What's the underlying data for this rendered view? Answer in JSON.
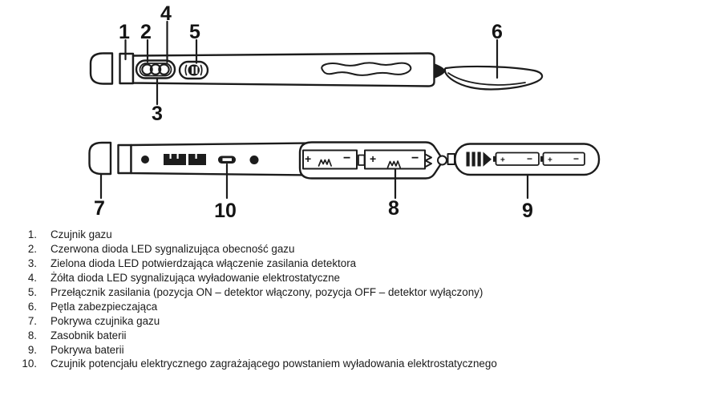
{
  "diagram": {
    "callouts": [
      "1",
      "2",
      "3",
      "4",
      "5",
      "6",
      "7",
      "8",
      "9",
      "10"
    ],
    "sym_plus": "+",
    "sym_minus": "−"
  },
  "parts_list": {
    "items": [
      {
        "num": "1.",
        "label": "Czujnik gazu"
      },
      {
        "num": "2.",
        "label": "Czerwona dioda LED sygnalizująca obecność gazu"
      },
      {
        "num": "3.",
        "label": "Zielona dioda LED potwierdzająca włączenie zasilania detektora"
      },
      {
        "num": "4.",
        "label": "Żółta dioda LED sygnalizująca wyładowanie elektrostatyczne"
      },
      {
        "num": "5.",
        "label": "Przełącznik zasilania (pozycja ON – detektor włączony, pozycja OFF – detektor wyłączony)"
      },
      {
        "num": "6.",
        "label": "Pętla zabezpieczająca"
      },
      {
        "num": "7.",
        "label": "Pokrywa czujnika gazu"
      },
      {
        "num": "8.",
        "label": "Zasobnik baterii"
      },
      {
        "num": "9.",
        "label": "Pokrywa baterii"
      },
      {
        "num": "10.",
        "label": "Czujnik potencjału elektrycznego zagrażającego powstaniem wyładowania elektrostatycznego"
      }
    ]
  }
}
